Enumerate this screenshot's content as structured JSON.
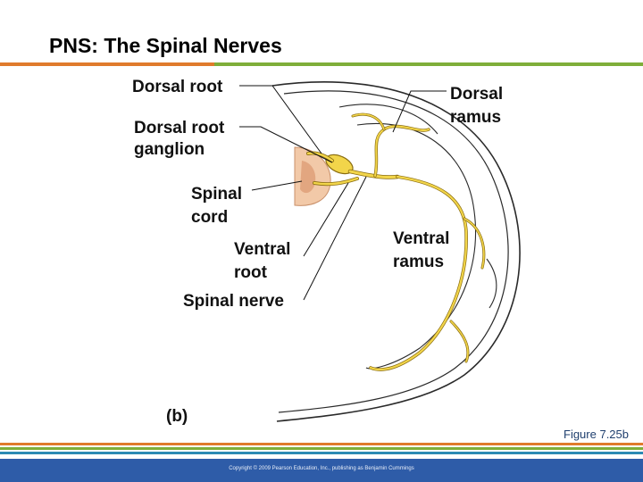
{
  "slide": {
    "title": "PNS: The Spinal Nerves",
    "figure_caption": "Figure 7.25b",
    "panel_letter": "(b)",
    "copyright": "Copyright © 2009 Pearson Education, Inc., publishing as Benjamin Cummings"
  },
  "labels": {
    "dorsal_root": "Dorsal root",
    "dorsal_root_ganglion_1": "Dorsal root",
    "dorsal_root_ganglion_2": "ganglion",
    "spinal_cord_1": "Spinal",
    "spinal_cord_2": "cord",
    "ventral_root_1": "Ventral",
    "ventral_root_2": "root",
    "spinal_nerve": "Spinal nerve",
    "dorsal_ramus_1": "Dorsal",
    "dorsal_ramus_2": "ramus",
    "ventral_ramus_1": "Ventral",
    "ventral_ramus_2": "ramus"
  },
  "colors": {
    "nerve": "#f2d54a",
    "nerve_outline": "#8a6d10",
    "body_outline": "#2a2a2a",
    "cord_tissue": "#f2c9a8",
    "footer_band": "#2e5ca8",
    "stripe_colors": [
      "#e07b2c",
      "#7fae3a",
      "#2b8ab4",
      "#e07b2c",
      "#7fae3a",
      "#2b8ab4"
    ]
  }
}
